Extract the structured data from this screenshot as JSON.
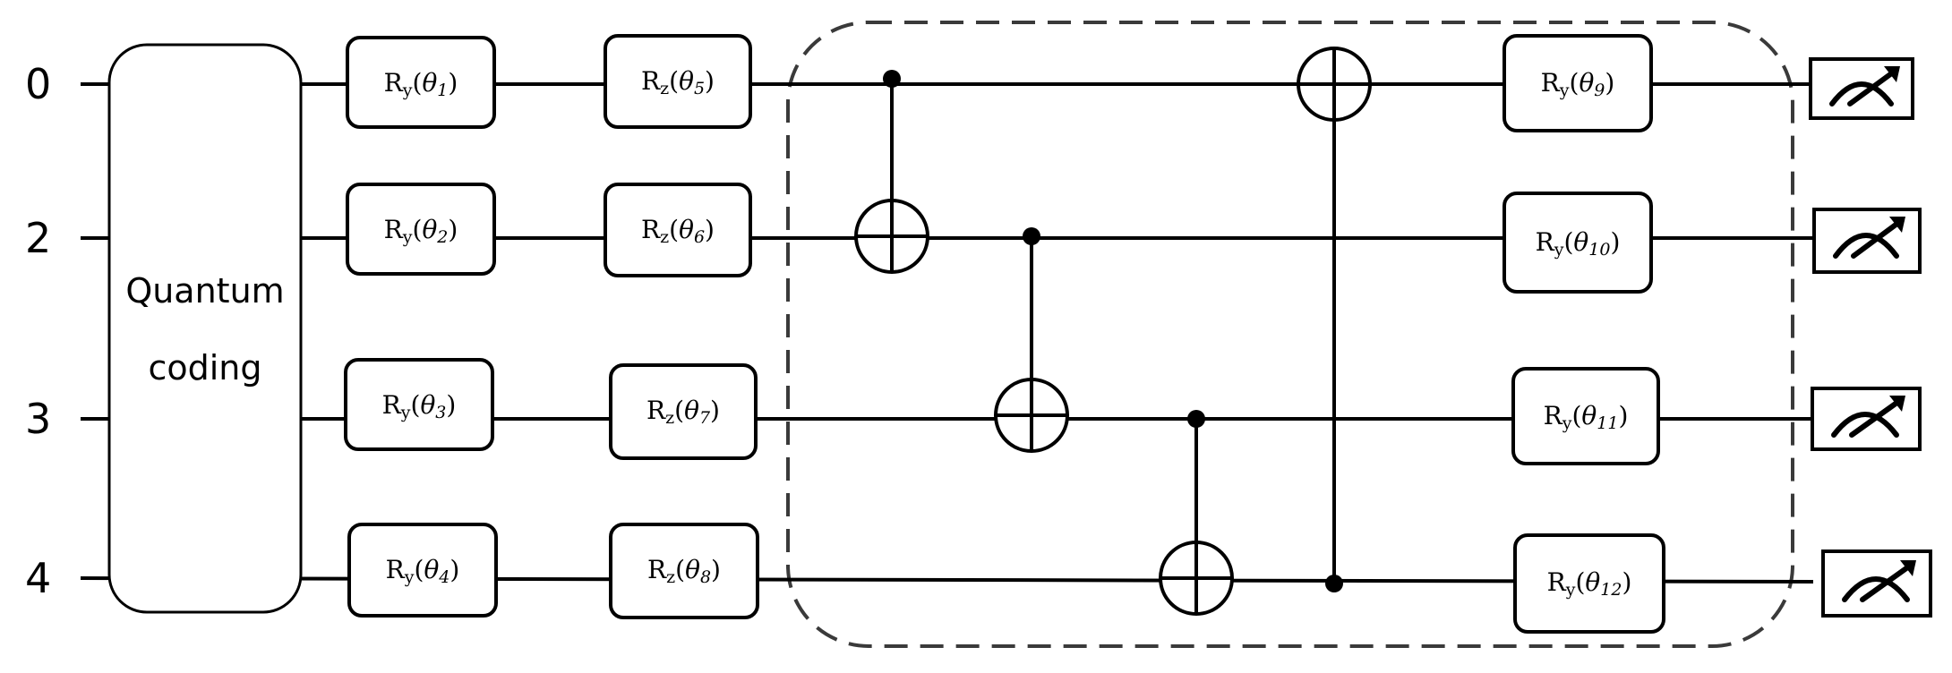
{
  "qubits": [
    "0",
    "2",
    "3",
    "4"
  ],
  "encoding_block": {
    "label_line1": "Quantum",
    "label_line2": "coding"
  },
  "ry_layer": [
    {
      "base": "R",
      "axis": "y",
      "param": "θ",
      "index": "1"
    },
    {
      "base": "R",
      "axis": "y",
      "param": "θ",
      "index": "2"
    },
    {
      "base": "R",
      "axis": "y",
      "param": "θ",
      "index": "3"
    },
    {
      "base": "R",
      "axis": "y",
      "param": "θ",
      "index": "4"
    }
  ],
  "rz_layer": [
    {
      "base": "R",
      "axis": "z",
      "param": "θ",
      "index": "5"
    },
    {
      "base": "R",
      "axis": "z",
      "param": "θ",
      "index": "6"
    },
    {
      "base": "R",
      "axis": "z",
      "param": "θ",
      "index": "7"
    },
    {
      "base": "R",
      "axis": "z",
      "param": "θ",
      "index": "8"
    }
  ],
  "cnots": [
    {
      "control": "0",
      "target": "2"
    },
    {
      "control": "2",
      "target": "3"
    },
    {
      "control": "3",
      "target": "4"
    },
    {
      "control": "4",
      "target": "0"
    }
  ],
  "final_ry_layer": [
    {
      "base": "R",
      "axis": "y",
      "param": "θ",
      "index": "9"
    },
    {
      "base": "R",
      "axis": "y",
      "param": "θ",
      "index": "10"
    },
    {
      "base": "R",
      "axis": "y",
      "param": "θ",
      "index": "11"
    },
    {
      "base": "R",
      "axis": "y",
      "param": "θ",
      "index": "12"
    }
  ],
  "measurements": [
    "measure",
    "measure",
    "measure",
    "measure"
  ]
}
